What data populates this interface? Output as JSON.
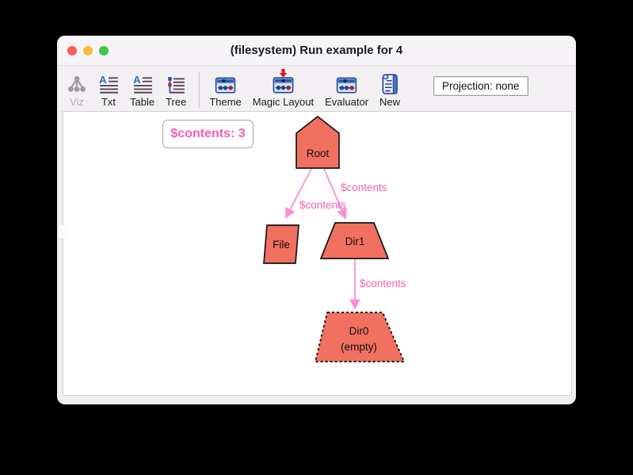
{
  "window": {
    "title": "(filesystem) Run example for 4"
  },
  "toolbar": {
    "items": [
      {
        "label": "Viz",
        "icon": "viz-graph-icon",
        "disabled": true
      },
      {
        "label": "Txt",
        "icon": "txt-icon",
        "disabled": false
      },
      {
        "label": "Table",
        "icon": "table-icon",
        "disabled": false
      },
      {
        "label": "Tree",
        "icon": "tree-icon",
        "disabled": false
      },
      {
        "label": "Theme",
        "icon": "theme-icon",
        "disabled": false
      },
      {
        "label": "Magic Layout",
        "icon": "magic-layout-icon",
        "disabled": false
      },
      {
        "label": "Evaluator",
        "icon": "evaluator-icon",
        "disabled": false
      },
      {
        "label": "New",
        "icon": "new-scroll-icon",
        "disabled": false
      }
    ],
    "projection_label": "Projection: none"
  },
  "graph": {
    "tooltip": "$contents: 3",
    "nodes": [
      {
        "id": "Root",
        "label": "Root",
        "shape": "house",
        "border": "solid"
      },
      {
        "id": "File",
        "label": "File",
        "shape": "parallelogram",
        "border": "solid"
      },
      {
        "id": "Dir1",
        "label": "Dir1",
        "shape": "trapezoid",
        "border": "solid"
      },
      {
        "id": "Dir0",
        "label": "Dir0",
        "sublabel": "(empty)",
        "shape": "trapezoid",
        "border": "dashed"
      }
    ],
    "edges": [
      {
        "from": "Root",
        "to": "File",
        "label": "$contents"
      },
      {
        "from": "Root",
        "to": "Dir1",
        "label": "$contents"
      },
      {
        "from": "Dir1",
        "to": "Dir0",
        "label": "$contents"
      }
    ],
    "colors": {
      "node_fill": "#f1705f",
      "node_border": "#161616",
      "edge": "#f990d1",
      "edge_label": "#f25fae"
    }
  }
}
